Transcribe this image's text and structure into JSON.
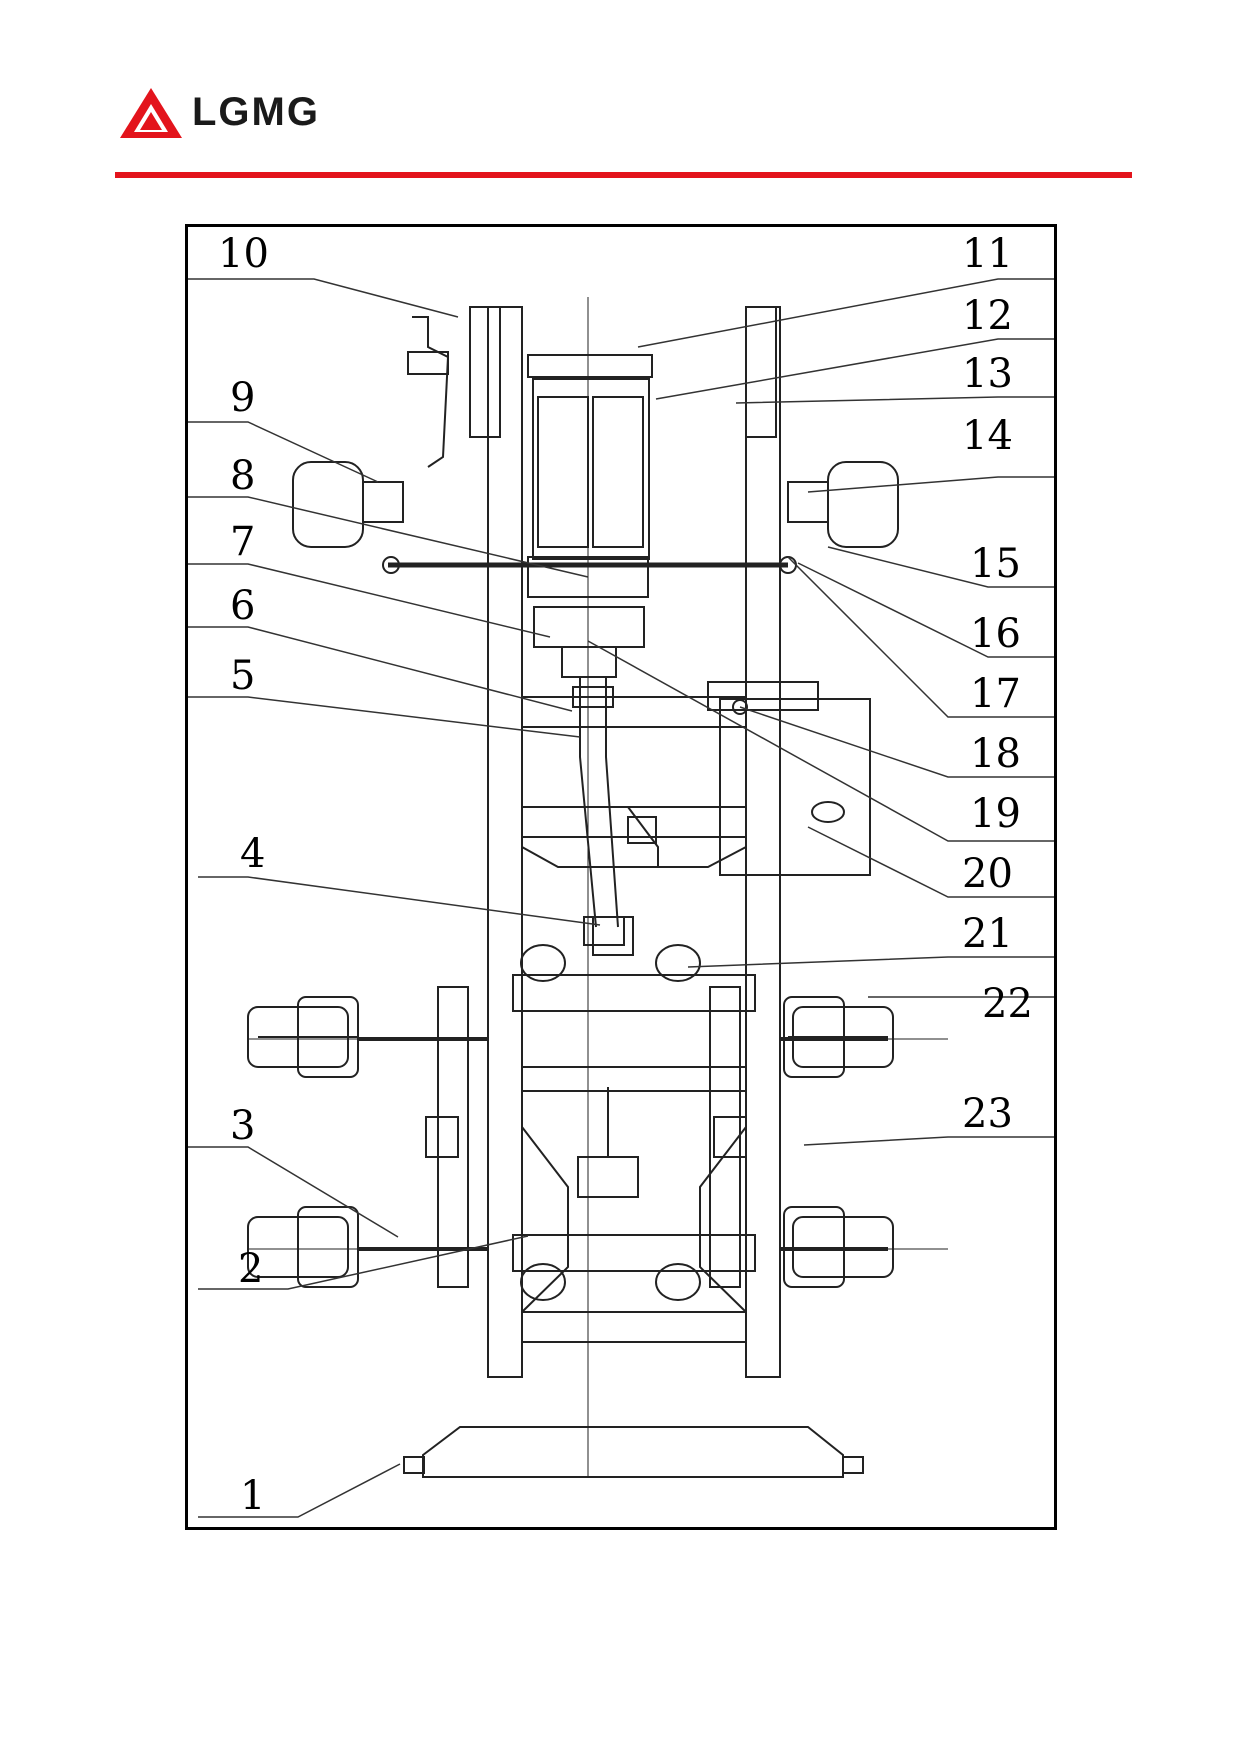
{
  "header": {
    "logo_text": "LGMG",
    "brand_color": "#e3141c"
  },
  "diagram": {
    "callouts": [
      "1",
      "2",
      "3",
      "4",
      "5",
      "6",
      "7",
      "8",
      "9",
      "10",
      "11",
      "12",
      "13",
      "14",
      "15",
      "16",
      "17",
      "18",
      "19",
      "20",
      "21",
      "22",
      "23"
    ]
  }
}
